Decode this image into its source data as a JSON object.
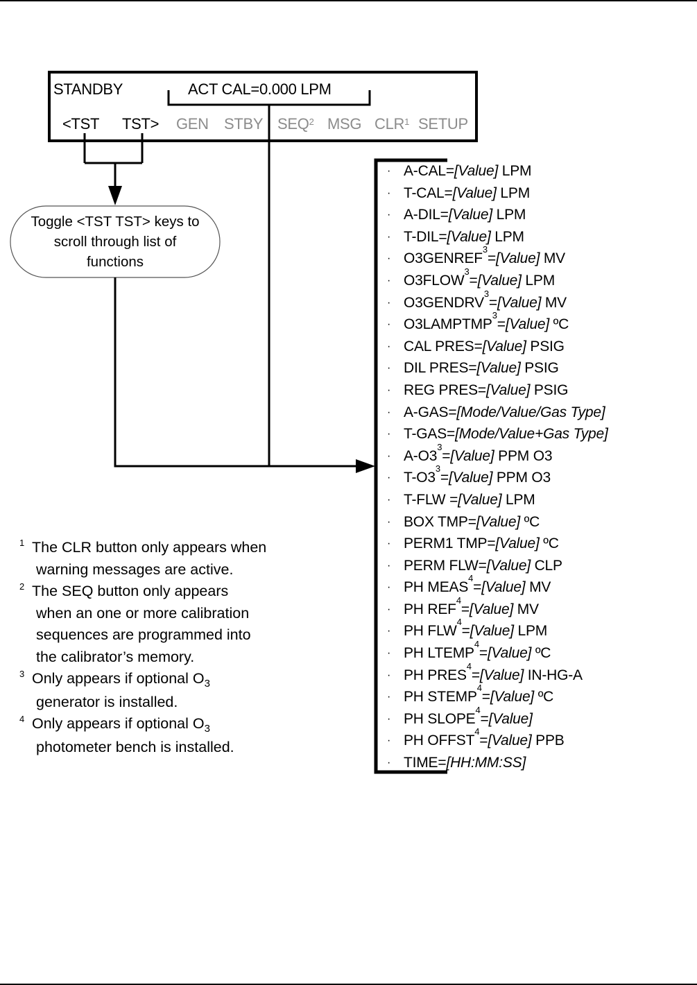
{
  "display": {
    "status": "STANDBY",
    "readout": "ACT CAL=0.000 LPM",
    "keys": [
      {
        "label": "<TST",
        "sup": "",
        "active": true
      },
      {
        "label": "TST>",
        "sup": "",
        "active": true
      },
      {
        "label": "GEN",
        "sup": "",
        "active": false
      },
      {
        "label": "STBY",
        "sup": "",
        "active": false
      },
      {
        "label": "SEQ",
        "sup": "2",
        "active": false
      },
      {
        "label": "MSG",
        "sup": "",
        "active": false
      },
      {
        "label": "CLR",
        "sup": "1",
        "active": false
      },
      {
        "label": "SETUP",
        "sup": "",
        "active": false
      }
    ],
    "inactive_key_color": "#8c8c8c"
  },
  "instruction": {
    "prefix": "Toggle ",
    "keys": "<TST TST>",
    "suffix": " keys to",
    "line2": "scroll through list of",
    "line3": "functions"
  },
  "functions": [
    {
      "bullet": "·",
      "name": "A-CAL=",
      "sup": "",
      "value": "[Value]",
      "unit": "LPM"
    },
    {
      "bullet": "·",
      "name": "T-CAL=",
      "sup": "",
      "value": "[Value]",
      "unit": "LPM"
    },
    {
      "bullet": "·",
      "name": "A-DIL=",
      "sup": "",
      "value": "[Value]",
      "unit": "LPM"
    },
    {
      "bullet": "·",
      "name": "T-DIL=",
      "sup": "",
      "value": "[Value]",
      "unit": "LPM"
    },
    {
      "bullet": "·",
      "name": "O3GENREF",
      "sup": "3",
      "eq": "=",
      "value": "[Value]",
      "unit": "MV"
    },
    {
      "bullet": "·",
      "name": "O3FLOW",
      "sup": "3",
      "eq": "=",
      "value": "[Value]",
      "unit": "LPM"
    },
    {
      "bullet": "·",
      "name": "O3GENDRV",
      "sup": "3",
      "eq": "=",
      "value": "[Value]",
      "unit": "MV"
    },
    {
      "bullet": "·",
      "name": "O3LAMPTMP",
      "sup": "3",
      "eq": "=",
      "value": "[Value]",
      "unit": "ºC"
    },
    {
      "bullet": "·",
      "name": "CAL PRES=",
      "sup": "",
      "value": "[Value]",
      "unit": "PSIG"
    },
    {
      "bullet": "·",
      "name": "DIL PRES=",
      "sup": "",
      "value": "[Value]",
      "unit": "PSIG"
    },
    {
      "bullet": "·",
      "name": "REG PRES=",
      "sup": "",
      "value": "[Value]",
      "unit": "PSIG"
    },
    {
      "bullet": "·",
      "name": "A-GAS=",
      "sup": "",
      "value": "[Mode/Value/Gas Type]",
      "unit": ""
    },
    {
      "bullet": "·",
      "name": "T-GAS=",
      "sup": "",
      "value": "[Mode/Value+Gas Type]",
      "unit": ""
    },
    {
      "bullet": "·",
      "name": "A-O3",
      "sup": "3",
      "eq": "=",
      "value": "[Value]",
      "unit": "PPM O3"
    },
    {
      "bullet": "·",
      "name": "T-O3",
      "sup": "3",
      "eq": "=",
      "value": "[Value]",
      "unit": "PPM O3"
    },
    {
      "bullet": "·",
      "name": "T-FLW =",
      "sup": "",
      "value": "[Value]",
      "unit": "LPM"
    },
    {
      "bullet": "·",
      "name": "BOX TMP=",
      "sup": "",
      "value": "[Value]",
      "unit": "ºC"
    },
    {
      "bullet": "·",
      "name": "PERM1 TMP=",
      "sup": "",
      "value": "[Value]",
      "unit": "ºC"
    },
    {
      "bullet": "·",
      "name": "PERM FLW=",
      "sup": "",
      "value": "[Value]",
      "unit": "CLP"
    },
    {
      "bullet": "·",
      "name": "PH MEAS",
      "sup": "4",
      "eq": "=",
      "value": "[Value]",
      "unit": "MV"
    },
    {
      "bullet": "·",
      "name": "PH REF",
      "sup": "4",
      "eq": "=",
      "value": "[Value]",
      "unit": "MV"
    },
    {
      "bullet": "·",
      "name": "PH FLW",
      "sup": "4",
      "eq": "=",
      "value": "[Value]",
      "unit": "LPM"
    },
    {
      "bullet": "·",
      "name": "PH LTEMP",
      "sup": "4",
      "eq": "=",
      "value": "[Value]",
      "unit": "ºC"
    },
    {
      "bullet": "·",
      "name": "PH PRES",
      "sup": "4",
      "eq": "=",
      "value": "[Value]",
      "unit": "IN-HG-A"
    },
    {
      "bullet": "·",
      "name": "PH STEMP",
      "sup": "4",
      "eq": "=",
      "value": "[Value]",
      "unit": "ºC"
    },
    {
      "bullet": "·",
      "name": "PH SLOPE",
      "sup": "4",
      "eq": "=",
      "value": "[Value]",
      "unit": ""
    },
    {
      "bullet": "·",
      "name": "PH OFFST",
      "sup": "4",
      "eq": "=",
      "value": "[Value]",
      "unit": "PPB"
    },
    {
      "bullet": "·",
      "name": "TIME=",
      "sup": "",
      "value": "[HH:MM:SS]",
      "unit": ""
    }
  ],
  "footnotes": [
    {
      "mark": "1",
      "lines": [
        "The CLR button only appears when",
        "warning messages are active."
      ]
    },
    {
      "mark": "2",
      "lines": [
        "The SEQ button only appears",
        "when an one or more calibration",
        "sequences are programmed into",
        "the calibrator’s memory."
      ]
    },
    {
      "mark": "3",
      "lines": [
        "Only appears if optional O|3",
        "generator is installed."
      ]
    },
    {
      "mark": "4",
      "lines": [
        "Only appears if optional O|3",
        "photometer bench is installed."
      ]
    }
  ]
}
